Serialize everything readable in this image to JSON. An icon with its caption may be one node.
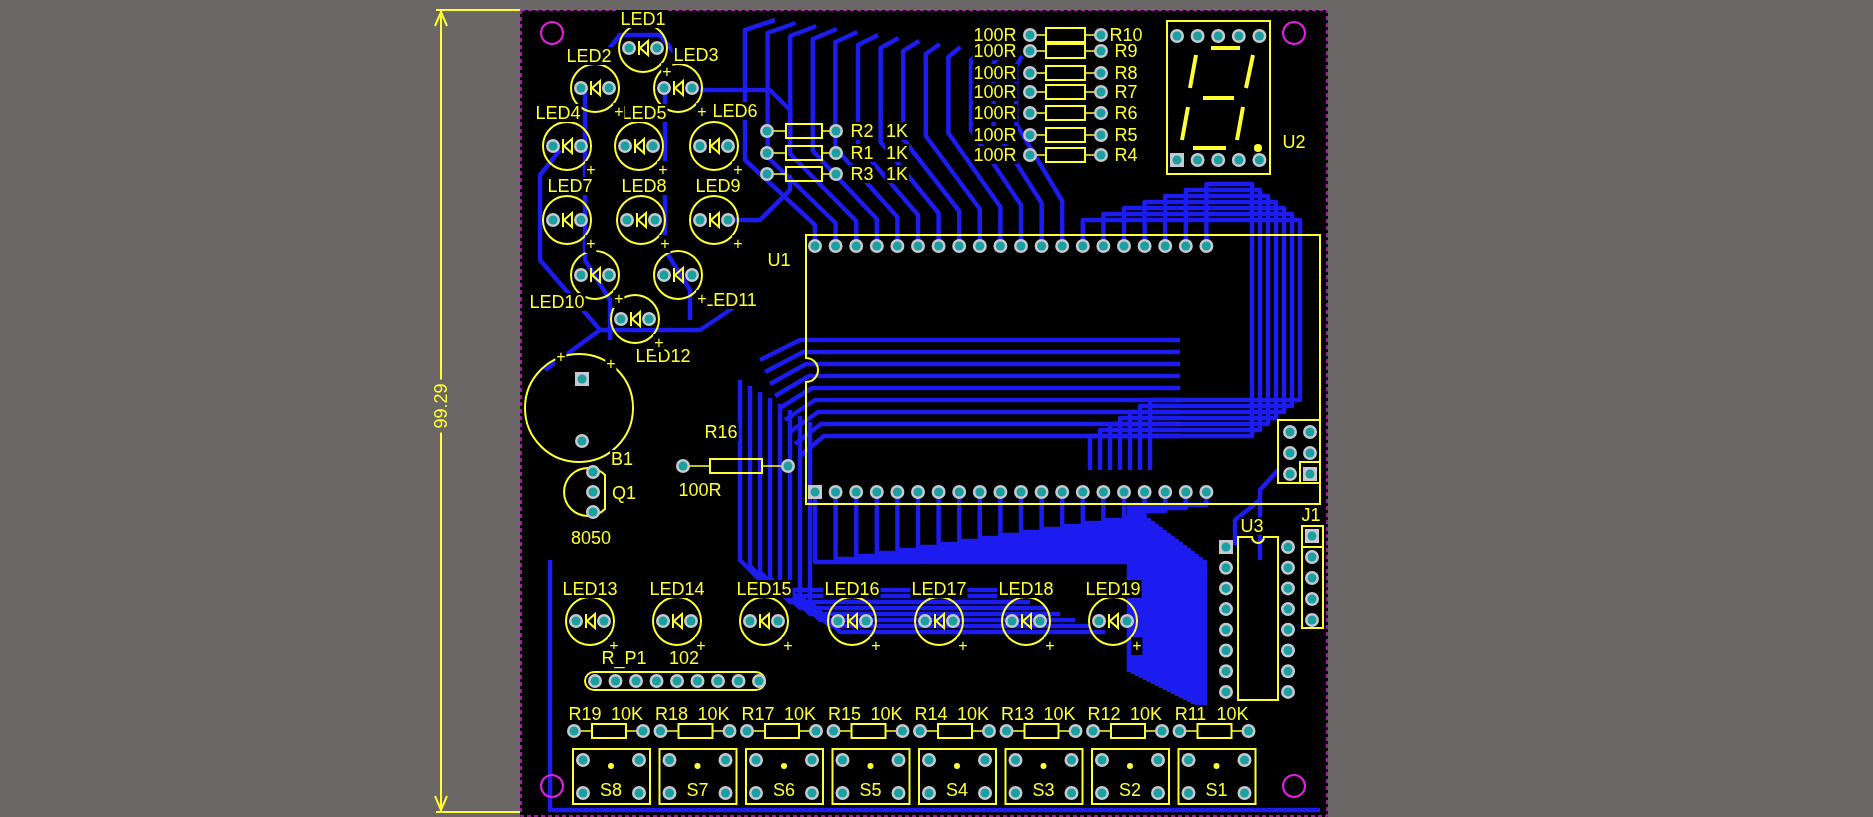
{
  "diagram": {
    "labels": [
      "99.29",
      "LED1",
      "LED2",
      "LED3",
      "LED4",
      "LED5",
      "LED6",
      "LED7",
      "LED8",
      "LED9",
      "LED10",
      "LED11",
      "LED12",
      "+",
      "+",
      "+",
      "+",
      "+",
      "+",
      "+",
      "+",
      "+",
      "+",
      "+",
      "+",
      "R2",
      "1K",
      "R1",
      "1K",
      "R3",
      "1K",
      "100R",
      "R10",
      "100R",
      "R9",
      "100R",
      "R8",
      "100R",
      "R7",
      "100R",
      "R6",
      "100R",
      "R5",
      "100R",
      "R4",
      "U2",
      "U1",
      "+",
      "+",
      "B1",
      "R16",
      "100R",
      "Q1",
      "8050",
      "J1",
      "U3",
      "LED13",
      "LED14",
      "LED15",
      "LED16",
      "LED17",
      "LED18",
      "LED19",
      "+",
      "+",
      "+",
      "+",
      "+",
      "+",
      "+",
      "R_P1",
      "102",
      "R19",
      "10K",
      "R18",
      "10K",
      "R17",
      "10K",
      "R15",
      "10K",
      "R14",
      "10K",
      "R13",
      "10K",
      "R12",
      "10K",
      "R11",
      "10K",
      "S8",
      "S7",
      "S6",
      "S5",
      "S4",
      "S3",
      "S2",
      "S1"
    ]
  }
}
